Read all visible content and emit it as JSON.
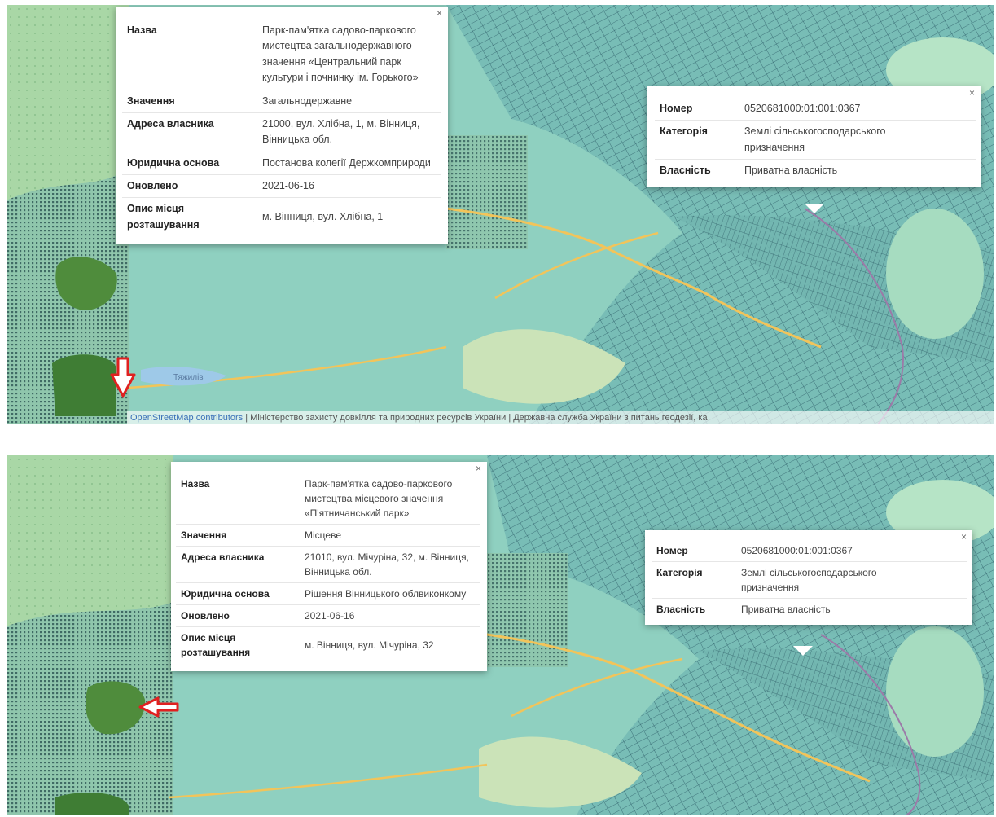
{
  "panels": [
    {
      "park_popup": {
        "close": "×",
        "rows": [
          {
            "key": "Назва",
            "value": "Парк-пам'ятка садово-паркового мистецтва загальнодержавного значення «Центральний парк культури і почнинку ім. Горького»"
          },
          {
            "key": "Значення",
            "value": "Загальнодержавне"
          },
          {
            "key": "Адреса власника",
            "value": "21000, вул. Хлібна, 1, м. Вінниця, Вінницька обл."
          },
          {
            "key": "Юридична основа",
            "value": "Постанова колегії Держкомприроди"
          },
          {
            "key": "Оновлено",
            "value": "2021-06-16"
          },
          {
            "key": "Опис місця розташування",
            "value": "м. Вінниця, вул. Хлібна, 1"
          }
        ]
      },
      "parcel_popup": {
        "close": "×",
        "rows": [
          {
            "key": "Номер",
            "value": "0520681000:01:001:0367"
          },
          {
            "key": "Категорія",
            "value": "Землі сільськогосподарського призначення"
          },
          {
            "key": "Власність",
            "value": "Приватна власність"
          }
        ]
      },
      "attribution": {
        "osm": "OpenStreetMap contributors",
        "rest": "| Міністерство захисту довкілля та природних ресурсів України | Державна служба України з питань геодезії, ка"
      },
      "map_labels": {
        "lake": "Тяжилів"
      }
    },
    {
      "park_popup": {
        "close": "×",
        "rows": [
          {
            "key": "Назва",
            "value": "Парк-пам'ятка садово-паркового мистецтва місцевого значення «П'ятничанський парк»"
          },
          {
            "key": "Значення",
            "value": "Місцеве"
          },
          {
            "key": "Адреса власника",
            "value": "21010, вул. Мічуріна, 32, м. Вінниця, Вінницька обл."
          },
          {
            "key": "Юридична основа",
            "value": "Рішення Вінницького облвиконкому"
          },
          {
            "key": "Оновлено",
            "value": "2021-06-16"
          },
          {
            "key": "Опис місця розташування",
            "value": "м. Вінниця, вул. Мічуріна, 32"
          }
        ]
      },
      "parcel_popup": {
        "close": "×",
        "rows": [
          {
            "key": "Номер",
            "value": "0520681000:01:001:0367"
          },
          {
            "key": "Категорія",
            "value": "Землі сільськогосподарського призначення"
          },
          {
            "key": "Власність",
            "value": "Приватна власність"
          }
        ]
      }
    }
  ],
  "colors": {
    "map_base": "#8fd0c0",
    "parcel_fill": "#6fb6b0",
    "parcel_line": "#2f5f6a",
    "farmland": "#b6e4c6",
    "forest_field": "#cbe3b8",
    "park_highlight": "#4f8c3c",
    "road": "#f2c45a",
    "arrow": "#e02020"
  }
}
